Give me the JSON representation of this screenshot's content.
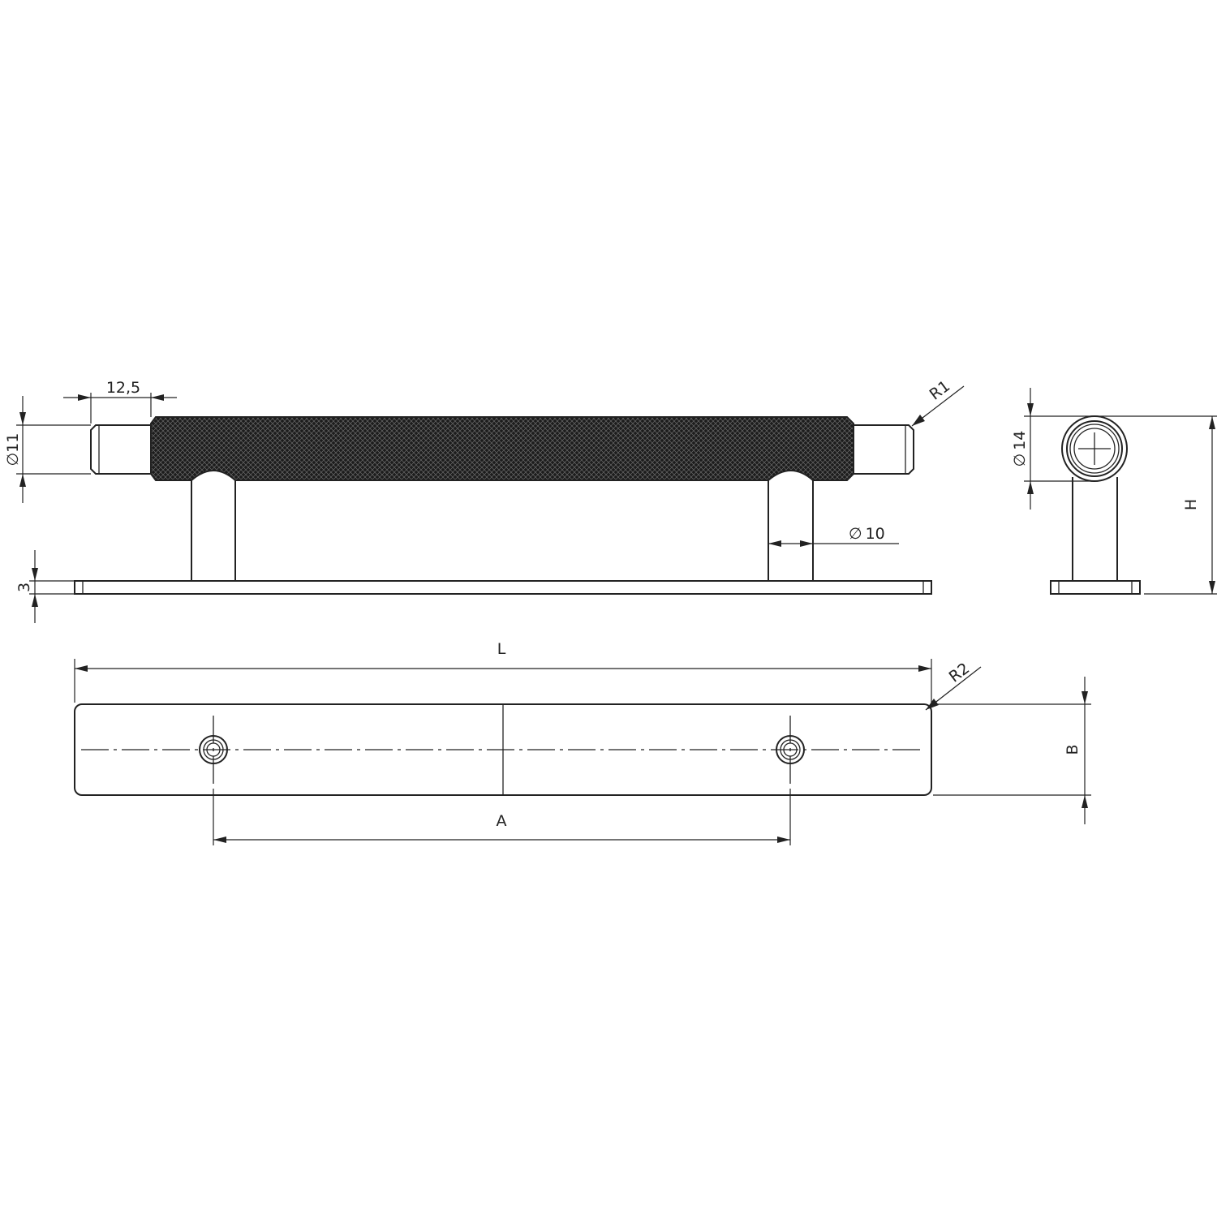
{
  "dimensions": {
    "end_length": "12,5",
    "end_diameter": "11",
    "bar_radius": "R1",
    "post_diameter": "10",
    "plate_thickness": "3",
    "bar_diameter": "14",
    "height": "H",
    "length": "L",
    "plate_radius": "R2",
    "width": "B",
    "hole_spacing": "A"
  },
  "symbols": {
    "diameter": "∅"
  },
  "colors": {
    "line": "#222222",
    "knurl": "#1c1c1c",
    "background": "#ffffff"
  }
}
